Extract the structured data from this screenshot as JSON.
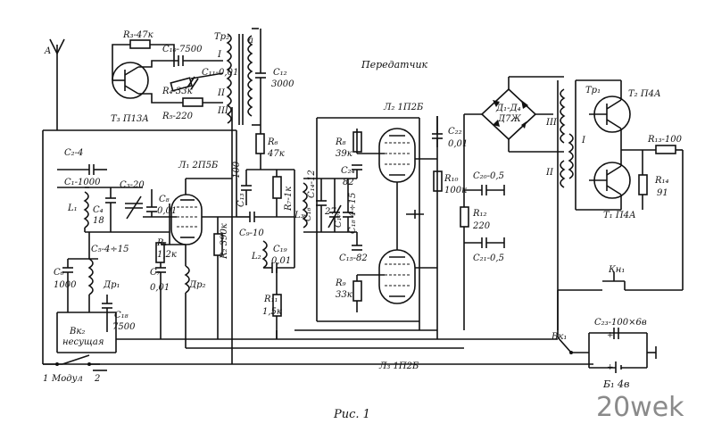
{
  "title": "Передатчик",
  "caption": "Рис. 1",
  "watermark": "20wek",
  "labels": {
    "antenna": "A",
    "r3": "R₃-47к",
    "c10": "C₁₀-7500",
    "c11": "C₁₁-0,01",
    "r4": "R₄-33к",
    "r5": "R₅-220",
    "t3": "T₃ П13А",
    "tr2": "Тр₂",
    "tr2_a": "а",
    "tr2_i": "I",
    "tr2_ii": "II",
    "tr2_iii": "III",
    "c12": "C₁₂",
    "c12v": "3000",
    "c2": "C₂-4",
    "c1": "C₁-1000",
    "c3": "C₃-20",
    "l1": "L₁",
    "c4": "C₄",
    "c4v": "18",
    "c5": "C₅-4÷15",
    "c8": "C₈",
    "c8v": "0,01",
    "l1tube": "Л₁ 2П5Б",
    "r6": "R₆",
    "r6v": "47к",
    "c13": "C₁₃",
    "c13v": "100",
    "r7": "R₇-1к",
    "l2tube": "Л₂ 1П2Б",
    "r8": "R₈",
    "r8v": "39к",
    "c24": "C₂₄",
    "c24v": "82",
    "c22": "C₂₂",
    "c22v": "0,01",
    "r10": "R₁₀",
    "r10v": "100к",
    "c20": "C₂₀-0,5",
    "r12": "R₁₂",
    "r12v": "220",
    "c21": "C₂₁-0,5",
    "d": "Д₁-Д₄",
    "dv": "Д7Ж",
    "tr1": "Тр₁",
    "tr1_iii": "III",
    "tr1_i": "I",
    "tr1_ii": "II",
    "t2": "T₂ П4А",
    "t1": "T₁ П4А",
    "r13": "R₁₃-100",
    "r14": "R₁₄",
    "r14v": "91",
    "l3": "L₃",
    "c16": "C₁₆",
    "c16v": "27",
    "c17": "C₁₇",
    "c14": "C₁₄-12",
    "c18b": "C₁₈ 4÷15",
    "c15": "C₁₅-82",
    "c6": "C₆",
    "c6v": "1000",
    "dr1": "Др₁",
    "c18": "C₁₈",
    "c18v": "7500",
    "r1": "R₁",
    "r1v": "1,2к",
    "c7": "C₇",
    "c7v": "0,01",
    "dr2": "Др₂",
    "r2": "R₂ 390к",
    "c9": "C₉-10",
    "l2": "L₂",
    "c19": "C₁₉",
    "c19v": "0,01",
    "r11": "R₁₁",
    "r11v": "1,5к",
    "r9": "R₉",
    "r9v": "33к",
    "vk2": "Вк₂",
    "nes": "несущая",
    "one": "1",
    "modul": "Модул",
    "two": "2",
    "kn1": "Кн₁",
    "c23": "C₂₃-100×6в",
    "vk1": "Вк₁",
    "l3tube": "Л₃ 1П2Б",
    "b1": "Б₁ 4в"
  }
}
